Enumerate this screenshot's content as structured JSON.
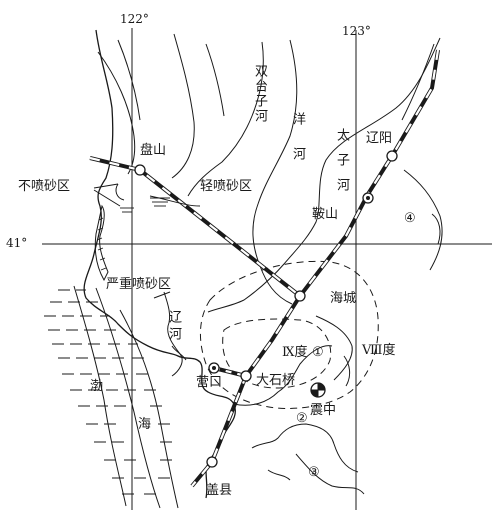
{
  "graticule": {
    "lon_122": "122°",
    "lon_123": "123°",
    "lat_41": "41°"
  },
  "rivers": {
    "shuangtaizi": "双台子河",
    "yang": "洋河",
    "taizi": "太子河",
    "liao": "辽河"
  },
  "sea": {
    "bohai_1": "渤",
    "bohai_2": "海"
  },
  "cities": {
    "panshan": "盘山",
    "liaoyang": "辽阳",
    "anshan": "鞍山",
    "haicheng": "海城",
    "yingkou": "营口",
    "dashiqiao": "大石桥",
    "gaixian": "盖县"
  },
  "zones": {
    "no_sand": "不喷砂区",
    "light_sand": "轻喷砂区",
    "severe_sand": "严重喷砂区"
  },
  "intensity": {
    "ix": "Ⅸ度",
    "viii": "Ⅷ度"
  },
  "epicenter": {
    "label": "震中"
  },
  "markers": {
    "m1": "①",
    "m2": "②",
    "m3": "③",
    "m4": "④"
  },
  "colors": {
    "ink": "#1a1a1a",
    "background": "#ffffff"
  }
}
